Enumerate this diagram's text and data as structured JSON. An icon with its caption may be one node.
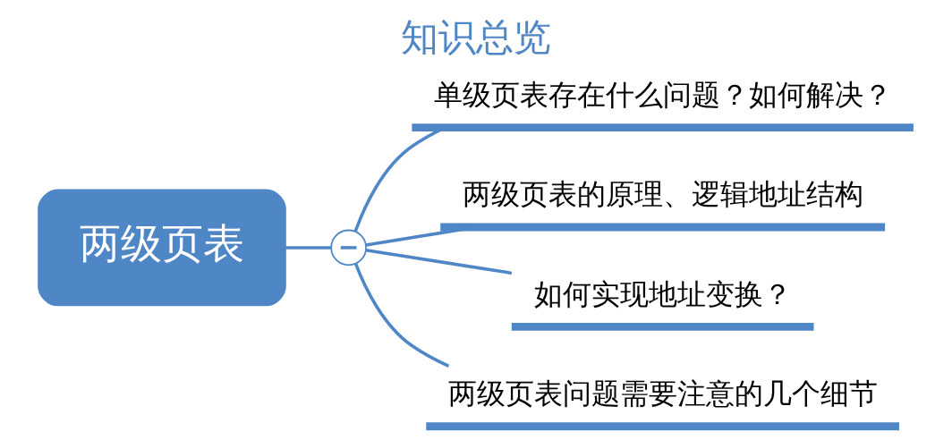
{
  "diagram": {
    "title": "知识总览",
    "nodes": [
      {
        "text": [
          "两级页表"
        ]
      },
      {
        "text": [],
        "shape": "circle"
      },
      {
        "text": [
          "单级页表存在什么问题？如何解决？"
        ]
      },
      {
        "text": [
          "两级页表的原理、逻辑地址结构"
        ]
      },
      {
        "text": [
          "如何实现地址变换？"
        ]
      },
      {
        "text": [
          "两级页表问题需要注意的几个细节"
        ]
      }
    ],
    "edges": [
      {
        "from": 0,
        "to": 1,
        "arrow": "none"
      },
      {
        "from": 1,
        "to": 2,
        "arrow": "none"
      },
      {
        "from": 1,
        "to": 3,
        "arrow": "none"
      },
      {
        "from": 1,
        "to": 4,
        "arrow": "none"
      },
      {
        "from": 1,
        "to": 5,
        "arrow": "none"
      }
    ]
  }
}
